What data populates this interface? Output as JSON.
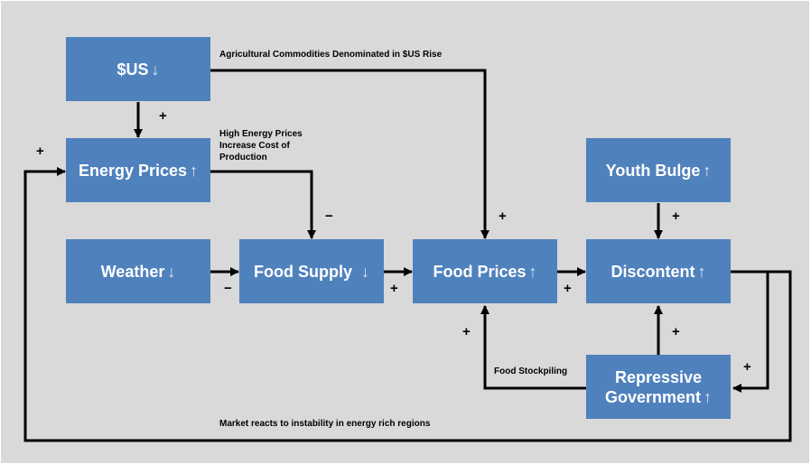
{
  "diagram": {
    "colors": {
      "background": "#d9d9d9",
      "box": "#4f81bd",
      "box_text": "#ffffff",
      "line": "#000000"
    },
    "nodes": {
      "usd": {
        "label": "$US",
        "trend": "↓"
      },
      "energy": {
        "label": "Energy Prices",
        "trend": "↑"
      },
      "weather": {
        "label": "Weather",
        "trend": "↓"
      },
      "supply": {
        "label": "Food Supply",
        "trend": "↓"
      },
      "prices": {
        "label": "Food Prices",
        "trend": "↑"
      },
      "discontent": {
        "label": "Discontent",
        "trend": "↑"
      },
      "youth": {
        "label": "Youth Bulge",
        "trend": "↑"
      },
      "repressive": {
        "label": "Repressive Government",
        "trend": "↑"
      }
    },
    "edge_labels": {
      "usd_prices": "Agricultural Commodities Denominated in $US Rise",
      "energy_supply": "High Energy Prices Increase Cost of Production",
      "repressive_prices": "Food Stockpiling",
      "discontent_energy": "Market reacts to instability in energy rich regions"
    },
    "signs": {
      "usd_energy": "+",
      "loop_energy": "+",
      "energy_supply": "−",
      "usd_prices": "+",
      "youth_discontent": "+",
      "weather_supply": "−",
      "supply_prices": "+",
      "prices_discontent": "+",
      "repressive_prices": "+",
      "repressive_discontent": "+",
      "discontent_repressive": "+"
    }
  }
}
